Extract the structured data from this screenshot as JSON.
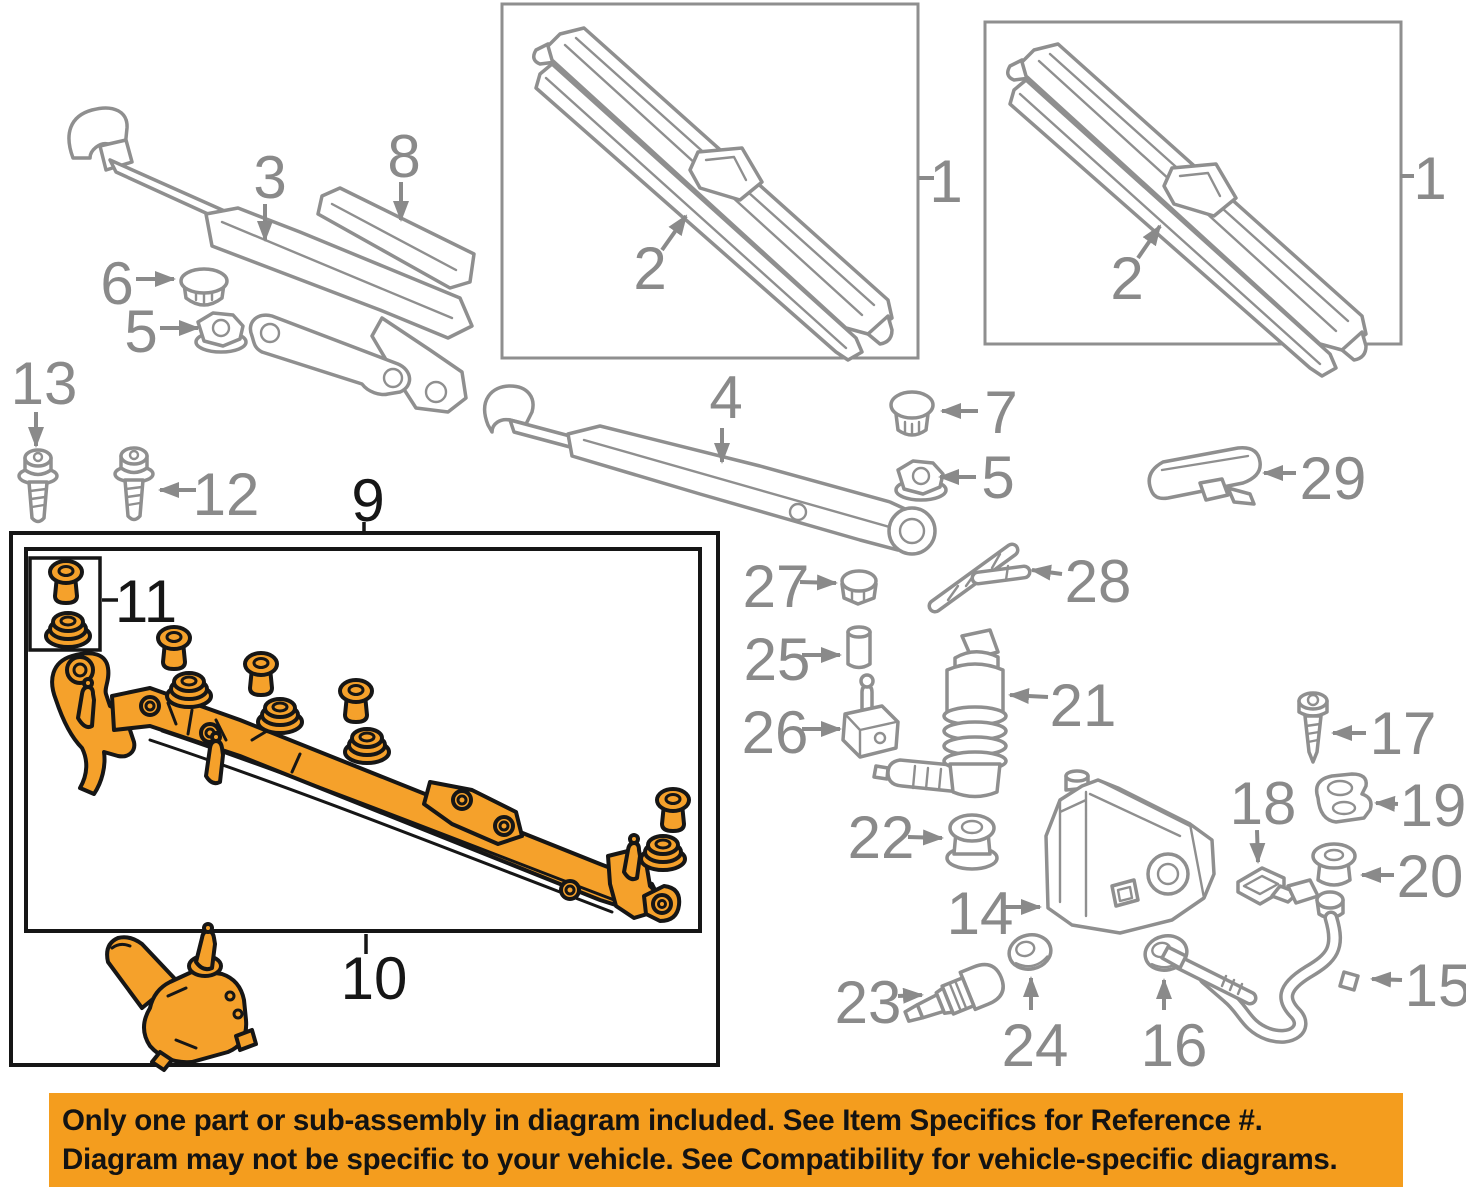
{
  "colors": {
    "line_gray": "#8f8f8f",
    "label_gray": "#8a8a8a",
    "label_black": "#161616",
    "highlight_orange": "#F5A12B",
    "banner_orange": "#F49D1E",
    "banner_text": "#131313",
    "background": "#ffffff"
  },
  "callouts": {
    "c1a": "1",
    "c2a": "2",
    "c1b": "1",
    "c2b": "2",
    "c3": "3",
    "c8": "8",
    "c6": "6",
    "c5a": "5",
    "c13": "13",
    "c12": "12",
    "c9": "9",
    "c10": "10",
    "c11": "11",
    "c4": "4",
    "c7": "7",
    "c5b": "5",
    "c29": "29",
    "c28": "28",
    "c27": "27",
    "c25": "25",
    "c26": "26",
    "c21": "21",
    "c17": "17",
    "c22": "22",
    "c18": "18",
    "c19": "19",
    "c20": "20",
    "c14": "14",
    "c23": "23",
    "c24": "24",
    "c16": "16",
    "c15": "15"
  },
  "banner": {
    "line1": "Only one part or sub-assembly in diagram included. See Item Specifics for Reference #.",
    "line2": "Diagram may not be specific to your vehicle. See Compatibility for vehicle-specific diagrams."
  }
}
